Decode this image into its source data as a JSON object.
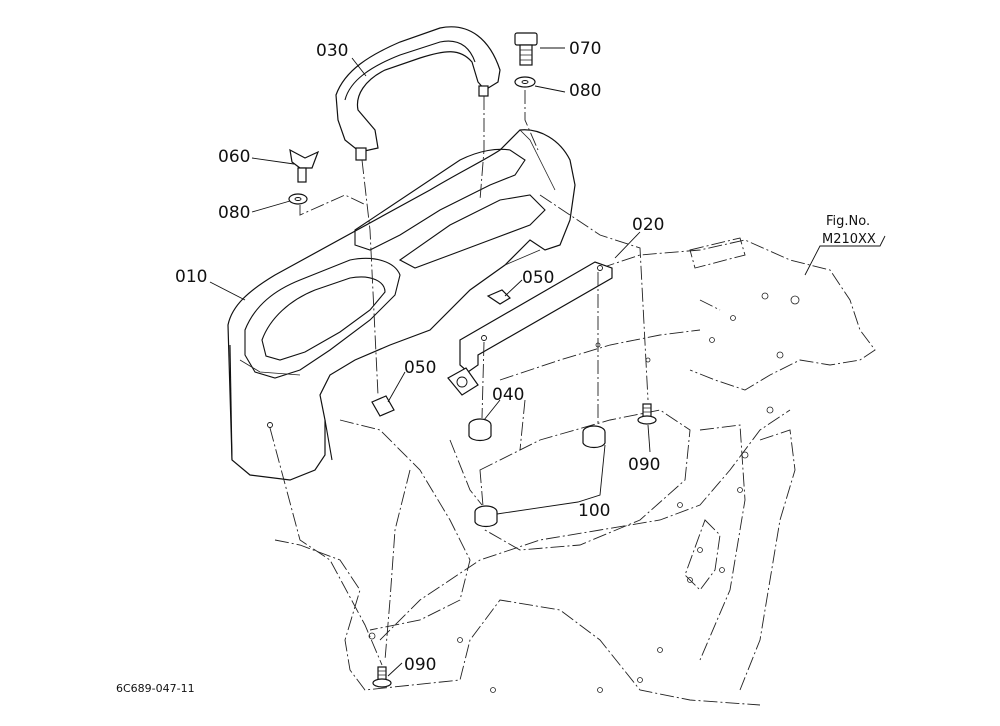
{
  "figure": {
    "fig_no_label": "Fig.No.",
    "fig_no_value": "M210XX",
    "drawing_code": "6C689-047-11"
  },
  "callouts": {
    "c010": "010",
    "c020": "020",
    "c030": "030",
    "c040": "040",
    "c050a": "050",
    "c050b": "050",
    "c060": "060",
    "c070": "070",
    "c080a": "080",
    "c080b": "080",
    "c090a": "090",
    "c090b": "090",
    "c100": "100"
  }
}
